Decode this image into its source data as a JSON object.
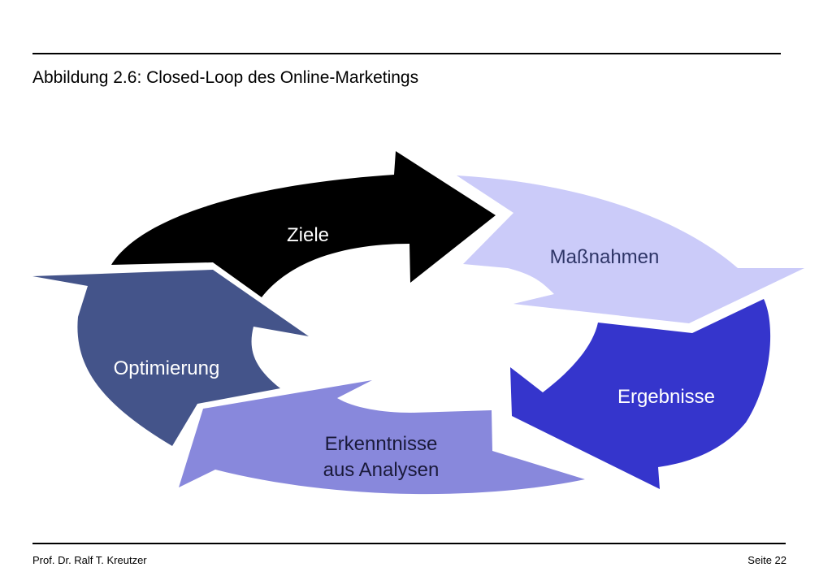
{
  "caption": "Abbildung 2.6: Closed-Loop des Online-Marketings",
  "steps": [
    {
      "label": "Ziele",
      "color": "#000000",
      "text_color": "#ffffff"
    },
    {
      "label": "Maßnahmen",
      "color": "#cbcbf9",
      "text_color": "#2e3567"
    },
    {
      "label": "Ergebnisse",
      "color": "#3535cc",
      "text_color": "#ffffff"
    },
    {
      "label_line1": "Erkenntnisse",
      "label_line2": "aus Analysen",
      "color": "#8888dc",
      "text_color": "#1a1a3a"
    },
    {
      "label": "Optimierung",
      "color": "#44548a",
      "text_color": "#ffffff"
    }
  ],
  "footer": {
    "author": "Prof. Dr. Ralf T. Kreutzer",
    "page": "Seite 22"
  }
}
